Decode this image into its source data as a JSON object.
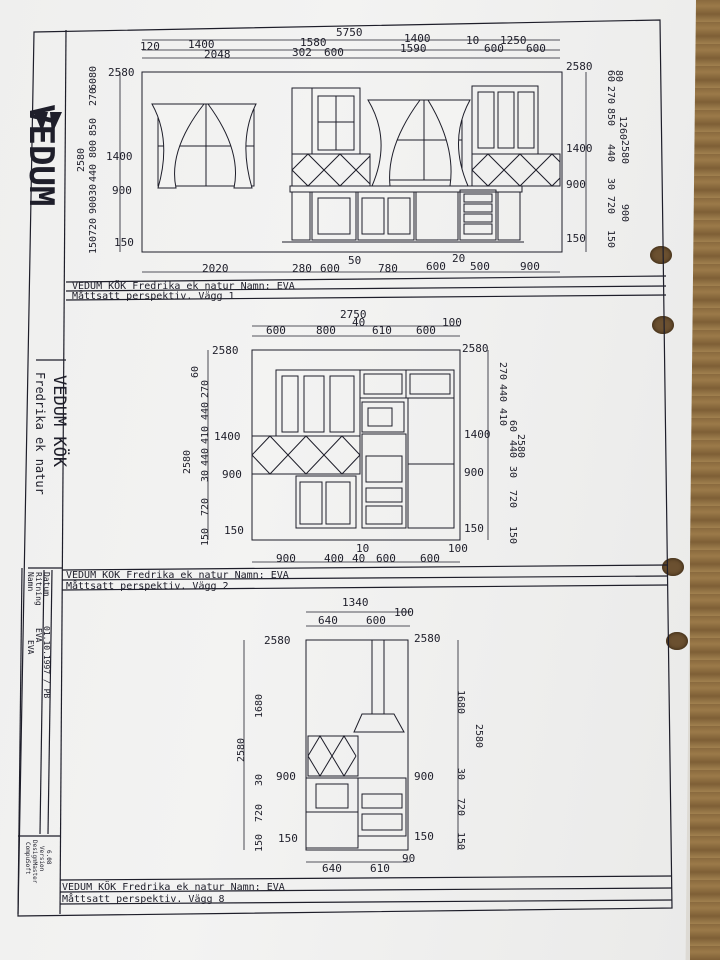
{
  "brand": {
    "logo_text": "VEDUM"
  },
  "title_block": {
    "title": "VEDUM KÖK",
    "subtitle": "Fredrika ek natur",
    "name_label": "Namn",
    "name_value": "EVA",
    "ritning_label": "Ritning",
    "ritning_value": "EVA",
    "datum_label": "Datum",
    "datum_value": "01.10.1997 / PB",
    "software": [
      "CompuSoft",
      "DesignMaster",
      "Version",
      "6.08"
    ]
  },
  "sections": [
    {
      "caption": "VEDUM KÖK  Fredrika ek natur  Namn: EVA",
      "view": "Måttsatt perspektiv. Vägg 1",
      "dims": {
        "top_total": "5750",
        "top_row1": [
          "120",
          "1400",
          "1580",
          "1400",
          "10",
          "1250"
        ],
        "top_row2": [
          "2048",
          "302",
          "600",
          "1590",
          "600",
          "600"
        ],
        "bottom": [
          "2020",
          "280",
          "600",
          "50",
          "780",
          "600",
          "20",
          "500",
          "900"
        ],
        "levels": [
          "2580",
          "1400",
          "900",
          "150"
        ],
        "left_stack": [
          "2580",
          "900",
          "720",
          "150",
          "30",
          "440",
          "800",
          "850",
          "270",
          "60",
          "80"
        ],
        "right_stack": [
          "2580",
          "850",
          "270",
          "1260",
          "30",
          "900",
          "720",
          "150",
          "440",
          "60",
          "80"
        ]
      }
    },
    {
      "caption": "VEDUM KÖK  Fredrika ek natur  Namn: EVA",
      "view": "Måttsatt perspektiv. Vägg 2",
      "dims": {
        "top_total": "2750",
        "top_row": [
          "600",
          "800",
          "40",
          "610",
          "600",
          "100"
        ],
        "bottom": [
          "900",
          "400",
          "10",
          "40",
          "600",
          "600",
          "100"
        ],
        "levels": [
          "2580",
          "1400",
          "900",
          "150"
        ],
        "left_stack": [
          "2580",
          "720",
          "150",
          "30",
          "440",
          "410",
          "440",
          "270",
          "60"
        ],
        "right_stack": [
          "2580",
          "270",
          "440",
          "410",
          "440",
          "60",
          "30",
          "720",
          "150"
        ]
      }
    },
    {
      "caption": "VEDUM KÖK  Fredrika ek natur  Namn: EVA",
      "view": "Måttsatt perspektiv. Vägg 8",
      "dims": {
        "top_total": "1340",
        "top_row": [
          "640",
          "600",
          "100"
        ],
        "bottom": [
          "640",
          "610",
          "90"
        ],
        "levels": [
          "2580",
          "900",
          "150"
        ],
        "left_stack": [
          "2580",
          "1680",
          "30",
          "720",
          "150"
        ],
        "right_stack": [
          "1680",
          "2580",
          "30",
          "720",
          "150"
        ]
      }
    }
  ]
}
